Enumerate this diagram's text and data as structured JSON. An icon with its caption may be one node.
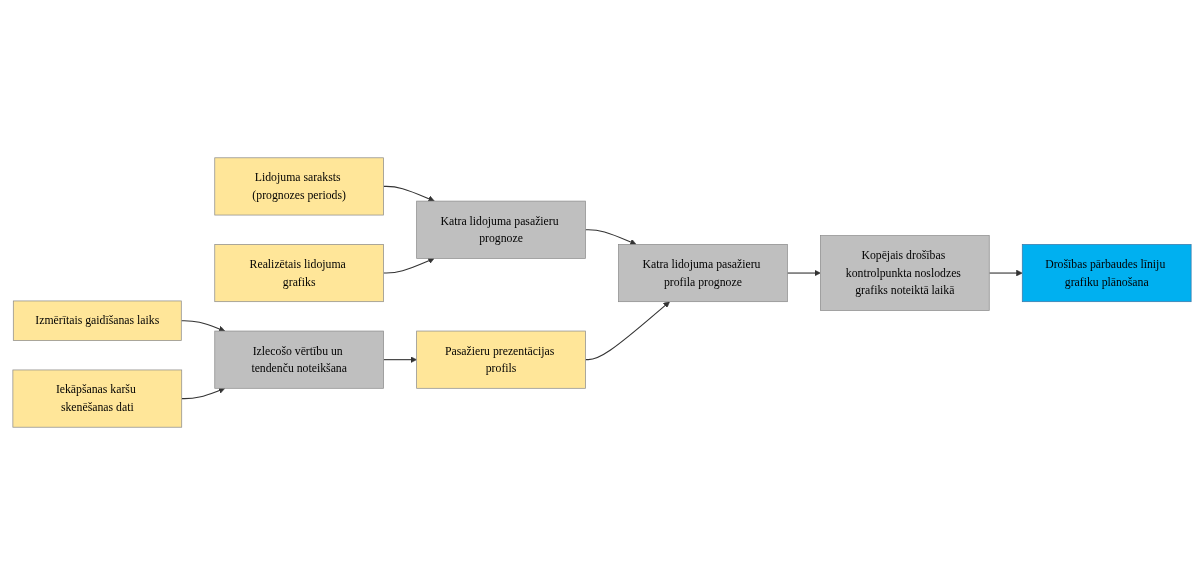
{
  "diagram": {
    "nodes": [
      {
        "text": [
          "Lidojuma saraksts (prognozes periods)"
        ]
      },
      {
        "text": [
          "Realizētais lidojuma grafiks"
        ]
      },
      {
        "text": [
          "Katra lidojuma pasažieru prognoze"
        ]
      },
      {
        "text": [
          "Katra lidojuma pasažieru profila prognoze"
        ]
      },
      {
        "text": [
          "Kopējais drošības kontrolpunkta noslodzes grafiks noteiktā laikā"
        ]
      },
      {
        "text": [
          "Drošības pārbaudes līniju grafiku plānošana"
        ]
      },
      {
        "text": [
          "Pasažieru prezentācijas profils"
        ]
      },
      {
        "text": [
          "Izmērītais gaidīšanas laiks"
        ]
      },
      {
        "text": [
          "Izlecošo vērtību un tendenču noteikšana"
        ]
      },
      {
        "text": [
          "Iekāpšanas karšu skenēšanas dati"
        ]
      }
    ],
    "edges": [
      {
        "from": 0,
        "to": 2,
        "arrow": "to"
      },
      {
        "from": 1,
        "to": 2,
        "arrow": "to"
      },
      {
        "from": 2,
        "to": 3,
        "arrow": "to"
      },
      {
        "from": 3,
        "to": 4,
        "arrow": "to"
      },
      {
        "from": 4,
        "to": 5,
        "arrow": "to"
      },
      {
        "from": 6,
        "to": 3,
        "arrow": "to"
      },
      {
        "from": 8,
        "to": 6,
        "arrow": "to"
      },
      {
        "from": 7,
        "to": 8,
        "arrow": "to"
      },
      {
        "from": 9,
        "to": 8,
        "arrow": "to"
      }
    ]
  }
}
